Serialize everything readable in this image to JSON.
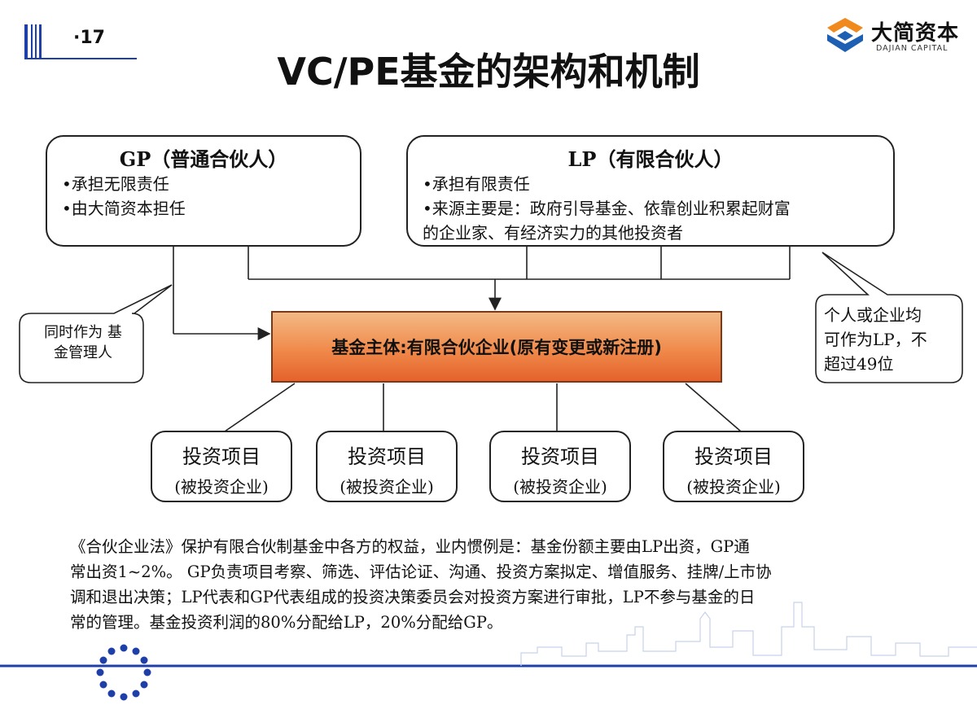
{
  "slide": {
    "page_number": "·17",
    "title": "VC/PE基金的架构和机制"
  },
  "logo": {
    "name": "大简资本",
    "subtitle": "DAJIAN CAPITAL"
  },
  "gp_box": {
    "title": "GP（普通合伙人）",
    "bullets": [
      "•承担无限责任",
      "•由大简资本担任"
    ]
  },
  "lp_box": {
    "title": "LP（有限合伙人）",
    "bullets": [
      "•承担有限责任",
      "•来源主要是：政府引导基金、依靠创业积累起财富",
      "的企业家、有经济实力的其他投资者"
    ]
  },
  "left_callout": {
    "lines": [
      "同时作为 基",
      "金管理人"
    ]
  },
  "right_callout": {
    "lines": [
      "个人或企业均",
      "可作为LP，不",
      "超过49位"
    ]
  },
  "fund_entity": {
    "label": "基金主体:有限合伙企业(原有变更或新注册)"
  },
  "projects": [
    {
      "line1": "投资项目",
      "line2": "(被投资企业)"
    },
    {
      "line1": "投资项目",
      "line2": "(被投资企业)"
    },
    {
      "line1": "投资项目",
      "line2": "(被投资企业)"
    },
    {
      "line1": "投资项目",
      "line2": "(被投资企业)"
    }
  ],
  "paragraph": {
    "lines": [
      "《合伙企业法》保护有限合伙制基金中各方的权益，业内惯例是：基金份额主要由LP出资，GP通",
      "常出资1~2%。 GP负责项目考察、筛选、评估论证、沟通、投资方案拟定、增值服务、挂牌/上市协",
      "调和退出决策；LP代表和GP代表组成的投资决策委员会对投资方案进行审批，LP不参与基金的日",
      "常的管理。基金投资利润的80%分配给LP，20%分配给GP。"
    ]
  },
  "colors": {
    "accent_blue": "#1f3fa8",
    "logo_orange": "#f08a1e",
    "logo_blue": "#1d5fb3",
    "fund_box_orange": "#f08a4b"
  }
}
